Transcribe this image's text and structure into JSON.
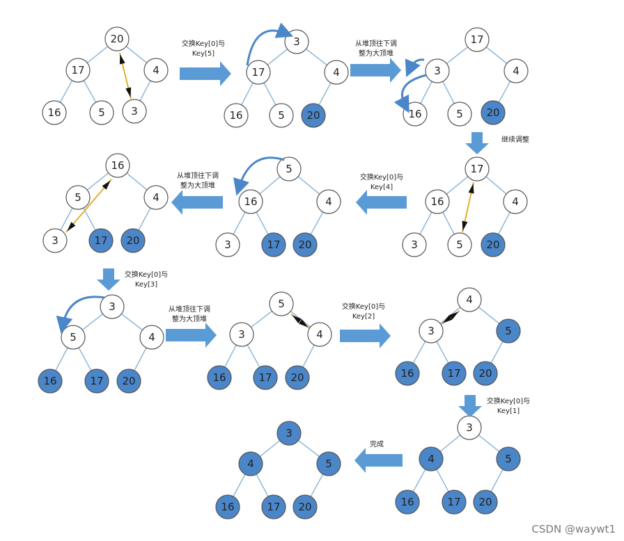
{
  "colors": {
    "node_fill": "#ffffff",
    "node_sorted_fill": "#4a86c8",
    "node_stroke": "#555555",
    "edge": "#8fb8d8",
    "block_arrow": "#5b9bd5",
    "curve_arrow": "#4a86c8",
    "swap_line": "#e0b030"
  },
  "labels": {
    "swap_0_5_line1": "交换Key[0]与",
    "swap_0_5_line2": "Key[5]",
    "adjust_a_line1": "从堆顶往下调",
    "adjust_a_line2": "整为大顶堆",
    "continue": "继续调整",
    "swap_0_4_line1": "交换Key[0]与",
    "swap_0_4_line2": "Key[4]",
    "adjust_b_line1": "从堆顶往下调",
    "adjust_b_line2": "整为大顶堆",
    "swap_0_3_line1": "交换Key[0]与",
    "swap_0_3_line2": "Key[3]",
    "adjust_c_line1": "从堆顶往下调",
    "adjust_c_line2": "整为大顶堆",
    "swap_0_2_line1": "交换Key[0]与",
    "swap_0_2_line2": "Key[2]",
    "swap_0_1_line1": "交换Key[0]与",
    "swap_0_1_line2": "Key[1]",
    "done": "完成"
  },
  "trees": [
    {
      "id": "t1",
      "values": [
        "20",
        "17",
        "4",
        "16",
        "5",
        "3"
      ],
      "sorted": [
        false,
        false,
        false,
        false,
        false,
        false
      ]
    },
    {
      "id": "t2",
      "values": [
        "3",
        "17",
        "4",
        "16",
        "5",
        "20"
      ],
      "sorted": [
        false,
        false,
        false,
        false,
        false,
        true
      ]
    },
    {
      "id": "t3",
      "values": [
        "17",
        "3",
        "4",
        "16",
        "5",
        "20"
      ],
      "sorted": [
        false,
        false,
        false,
        false,
        false,
        true
      ]
    },
    {
      "id": "t4",
      "values": [
        "17",
        "16",
        "4",
        "3",
        "5",
        "20"
      ],
      "sorted": [
        false,
        false,
        false,
        false,
        false,
        true
      ]
    },
    {
      "id": "t5",
      "values": [
        "5",
        "16",
        "4",
        "3",
        "17",
        "20"
      ],
      "sorted": [
        false,
        false,
        false,
        false,
        true,
        true
      ]
    },
    {
      "id": "t6",
      "values": [
        "16",
        "5",
        "4",
        "3",
        "17",
        "20"
      ],
      "sorted": [
        false,
        false,
        false,
        false,
        true,
        true
      ]
    },
    {
      "id": "t7",
      "values": [
        "3",
        "5",
        "4",
        "16",
        "17",
        "20"
      ],
      "sorted": [
        false,
        false,
        false,
        true,
        true,
        true
      ]
    },
    {
      "id": "t8",
      "values": [
        "5",
        "3",
        "4",
        "16",
        "17",
        "20"
      ],
      "sorted": [
        false,
        false,
        false,
        true,
        true,
        true
      ]
    },
    {
      "id": "t9",
      "values": [
        "4",
        "3",
        "5",
        "16",
        "17",
        "20"
      ],
      "sorted": [
        false,
        false,
        true,
        true,
        true,
        true
      ]
    },
    {
      "id": "t10",
      "values": [
        "3",
        "4",
        "5",
        "16",
        "17",
        "20"
      ],
      "sorted": [
        false,
        true,
        true,
        true,
        true,
        true
      ]
    },
    {
      "id": "t11",
      "values": [
        "3",
        "4",
        "5",
        "16",
        "17",
        "20"
      ],
      "sorted": [
        true,
        true,
        true,
        true,
        true,
        true
      ]
    }
  ],
  "watermark": "CSDN @waywt1"
}
